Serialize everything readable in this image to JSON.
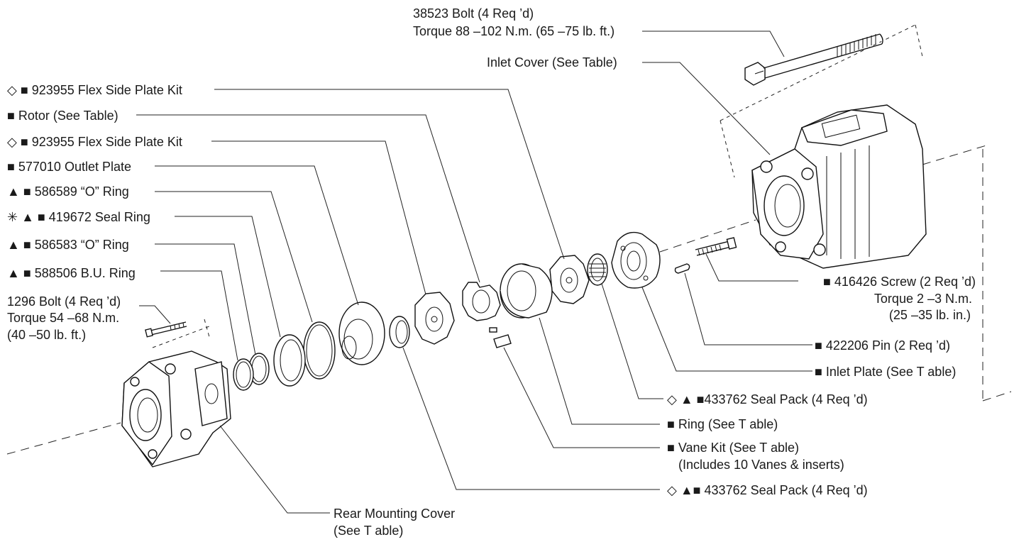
{
  "labels": {
    "bolt_38523_line1": "38523 Bolt (4 Req ’d)",
    "bolt_38523_line2": "Torque 88 –102 N.m. (65 –75 lb. ft.)",
    "inlet_cover": "Inlet Cover (See Table)",
    "flex_side_plate_1": "◇ ■ 923955 Flex Side Plate Kit",
    "rotor": "■ Rotor (See Table)",
    "flex_side_plate_2": "◇ ■ 923955 Flex Side Plate Kit",
    "outlet_plate": "■ 577010 Outlet Plate",
    "o_ring_586589": "▲ ■ 586589 “O” Ring",
    "seal_ring_419672": "✳ ▲ ■ 419672 Seal Ring",
    "o_ring_586583": "▲ ■ 586583 “O” Ring",
    "bu_ring_588506": "▲ ■ 588506 B.U. Ring",
    "bolt_1296_line1": "1296 Bolt (4 Req ’d)",
    "bolt_1296_line2": "Torque 54 –68 N.m.",
    "bolt_1296_line3": "(40 –50 lb. ft.)",
    "screw_416426_line1": "■ 416426 Screw (2 Req ’d)",
    "screw_416426_line2": "Torque 2 –3 N.m.",
    "screw_416426_line3": "(25 –35 lb. in.)",
    "pin_422206": "■ 422206 Pin (2 Req ’d)",
    "inlet_plate": "■ Inlet Plate (See T able)",
    "seal_pack_1": "◇ ▲ ■433762 Seal Pack (4 Req ’d)",
    "ring": "■ Ring (See T able)",
    "vane_kit_line1": "■ Vane Kit (See T able)",
    "vane_kit_line2": "(Includes 10 Vanes & inserts)",
    "seal_pack_2": "◇ ▲■ 433762 Seal Pack (4 Req ’d)",
    "rear_cover_line1": "Rear Mounting Cover",
    "rear_cover_line2": "(See T able)"
  }
}
